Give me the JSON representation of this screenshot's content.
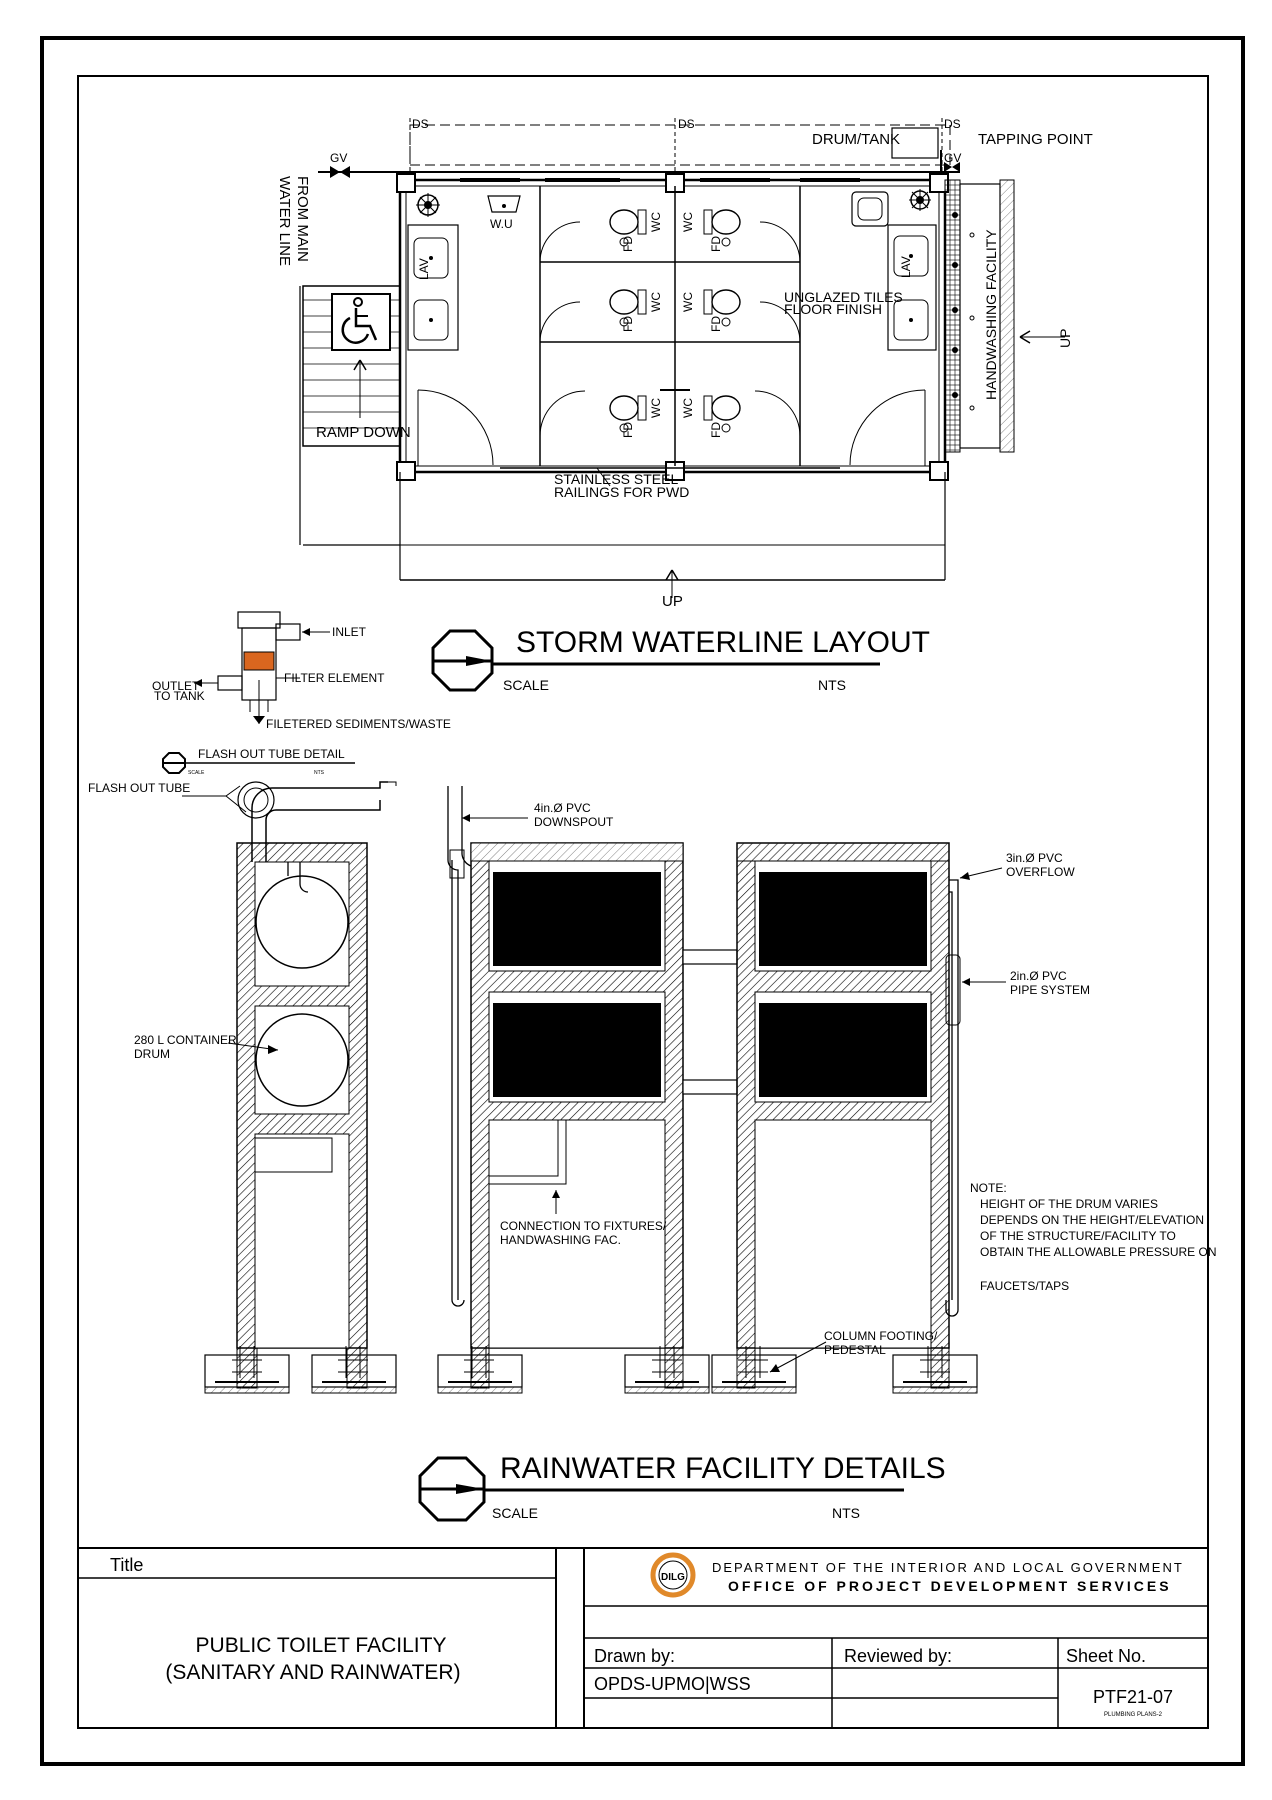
{
  "plan": {
    "ds1": "DS",
    "ds2": "DS",
    "ds3": "DS",
    "gv_left": "GV",
    "gv_right": "GV",
    "drum_tank": "DRUM/TANK",
    "tapping_point": "TAPPING POINT",
    "from_main_1": "FROM MAIN",
    "from_main_2": "WATER LINE",
    "wu": "W.U",
    "lav_left": "LAV",
    "lav_right": "LAV",
    "wc": "WC",
    "fd": "FD",
    "floor_1": "UNGLAZED TILES",
    "floor_2": "FLOOR FINISH",
    "handwashing": "HANDWASHING FACILITY",
    "up_right": "UP",
    "up_bottom": "UP",
    "ramp_down": "RAMP DOWN",
    "rail_1": "STAINLESS STEEL",
    "rail_2": "RAILINGS FOR PWD"
  },
  "storm": {
    "title": "STORM WATERLINE LAYOUT",
    "scale": "SCALE",
    "nts": "NTS"
  },
  "filter": {
    "inlet": "INLET",
    "filter_element": "FILTER ELEMENT",
    "outlet_1": "OUTLET",
    "outlet_2": "TO TANK",
    "sediments": "FILETERED SEDIMENTS/WASTE",
    "detail_title": "FLASH OUT TUBE DETAIL",
    "detail_scale": "SCALE",
    "detail_nts": "NTS"
  },
  "rain": {
    "flash_out_tube": "FLASH OUT TUBE",
    "downspout_1": "4in.Ø PVC",
    "downspout_2": "DOWNSPOUT",
    "overflow_1": "3in.Ø PVC",
    "overflow_2": "OVERFLOW",
    "pipe_1": "2in.Ø PVC",
    "pipe_2": "PIPE SYSTEM",
    "container_1": "280 L CONTAINER",
    "container_2": "DRUM",
    "connection_1": "CONNECTION TO FIXTURES/",
    "connection_2": "HANDWASHING FAC.",
    "footing_1": "COLUMN FOOTING/",
    "footing_2": "PEDESTAL",
    "note_title": "NOTE:",
    "note_1": "HEIGHT OF THE DRUM VARIES",
    "note_2": "DEPENDS ON THE HEIGHT/ELEVATION",
    "note_3": "OF THE STRUCTURE/FACILITY TO",
    "note_4": "OBTAIN THE ALLOWABLE PRESSURE ON",
    "note_5": "FAUCETS/TAPS",
    "title": "RAINWATER FACILITY DETAILS",
    "scale": "SCALE",
    "nts": "NTS"
  },
  "titleblock": {
    "title_label": "Title",
    "project_1": "PUBLIC TOILET FACILITY",
    "project_2": "(SANITARY AND RAINWATER)",
    "logo_text": "DILG",
    "dept": "DEPARTMENT OF THE INTERIOR AND LOCAL GOVERNMENT",
    "office": "OFFICE OF PROJECT DEVELOPMENT SERVICES",
    "drawn_by_label": "Drawn by:",
    "drawn_by_value": "OPDS-UPMO|WSS",
    "reviewed_by_label": "Reviewed by:",
    "sheet_label": "Sheet No.",
    "sheet_no": "PTF21-07",
    "sheet_sub": "PLUMBING PLANS-2"
  },
  "colors": {
    "filter_fill": "#d9661f",
    "logo_ring": "#e0892a"
  }
}
